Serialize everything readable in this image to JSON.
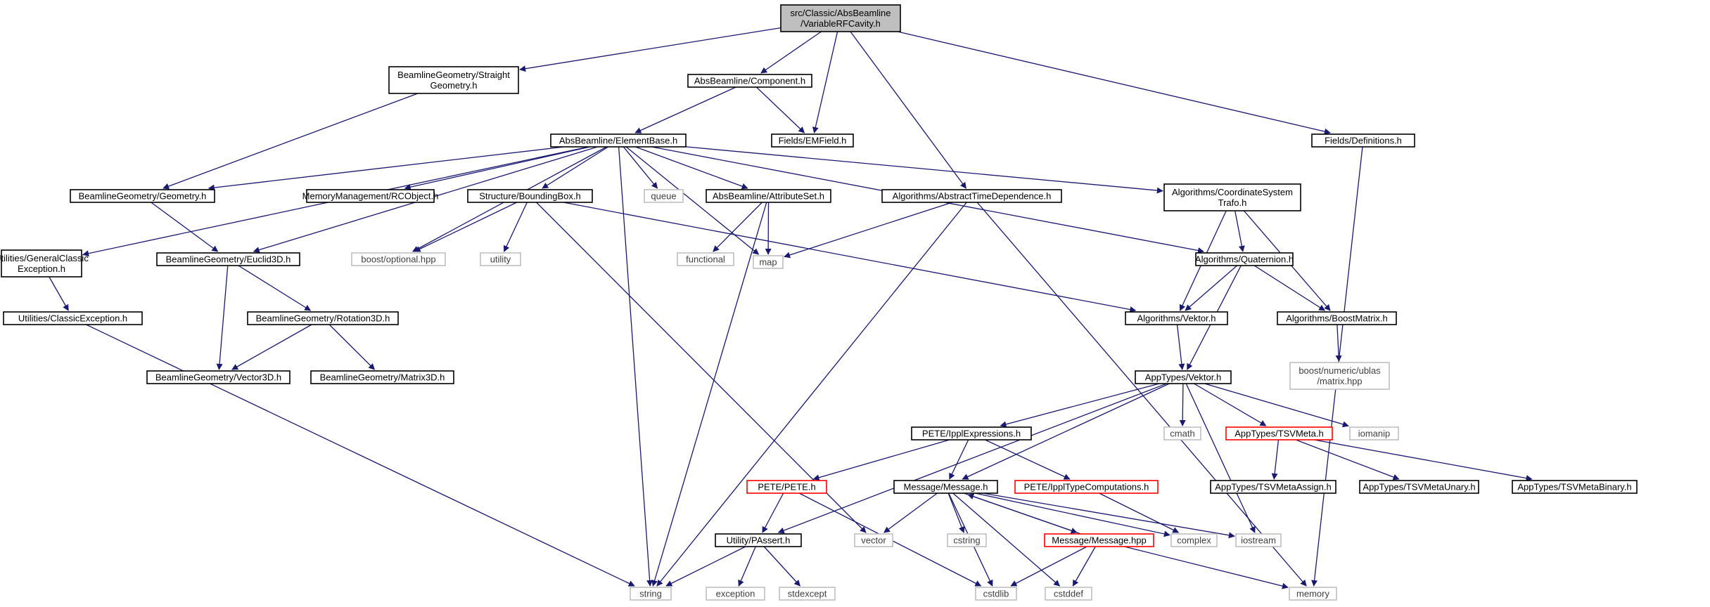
{
  "colors": {
    "edge": "#191970",
    "node_border": "#000000",
    "node_border_missing": "#bfbfbf",
    "node_border_incomplete": "#ff0000",
    "root_fill": "#bfbfbf",
    "node_fill": "#ffffff",
    "text_normal": "#000000",
    "text_missing": "#404040"
  },
  "nodes": [
    {
      "id": "root",
      "lines": [
        "src/Classic/AbsBeamline",
        "/VariableRFCavity.h"
      ],
      "kind": "root"
    },
    {
      "id": "straight",
      "lines": [
        "BeamlineGeometry/Straight",
        "Geometry.h"
      ],
      "kind": "normal"
    },
    {
      "id": "component",
      "lines": [
        "AbsBeamline/Component.h"
      ],
      "kind": "normal"
    },
    {
      "id": "emfield",
      "lines": [
        "Fields/EMField.h"
      ],
      "kind": "normal"
    },
    {
      "id": "definitions",
      "lines": [
        "Fields/Definitions.h"
      ],
      "kind": "normal"
    },
    {
      "id": "elementbase",
      "lines": [
        "AbsBeamline/ElementBase.h"
      ],
      "kind": "normal"
    },
    {
      "id": "geometry",
      "lines": [
        "BeamlineGeometry/Geometry.h"
      ],
      "kind": "normal"
    },
    {
      "id": "rcobject",
      "lines": [
        "MemoryManagement/RCObject.h"
      ],
      "kind": "normal"
    },
    {
      "id": "boundingbox",
      "lines": [
        "Structure/BoundingBox.h"
      ],
      "kind": "normal"
    },
    {
      "id": "queue",
      "lines": [
        "queue"
      ],
      "kind": "missing"
    },
    {
      "id": "attributeset",
      "lines": [
        "AbsBeamline/AttributeSet.h"
      ],
      "kind": "normal"
    },
    {
      "id": "abstime",
      "lines": [
        "Algorithms/AbstractTimeDependence.h"
      ],
      "kind": "normal"
    },
    {
      "id": "coordtrafo",
      "lines": [
        "Algorithms/CoordinateSystem",
        "Trafo.h"
      ],
      "kind": "normal"
    },
    {
      "id": "genclassic",
      "lines": [
        "Utilities/GeneralClassic",
        "Exception.h"
      ],
      "kind": "normal"
    },
    {
      "id": "euclid",
      "lines": [
        "BeamlineGeometry/Euclid3D.h"
      ],
      "kind": "normal"
    },
    {
      "id": "optional",
      "lines": [
        "boost/optional.hpp"
      ],
      "kind": "missing"
    },
    {
      "id": "utility",
      "lines": [
        "utility"
      ],
      "kind": "missing"
    },
    {
      "id": "functional",
      "lines": [
        "functional"
      ],
      "kind": "missing"
    },
    {
      "id": "map",
      "lines": [
        "map"
      ],
      "kind": "missing"
    },
    {
      "id": "quaternion",
      "lines": [
        "Algorithms/Quaternion.h"
      ],
      "kind": "normal"
    },
    {
      "id": "classicexc",
      "lines": [
        "Utilities/ClassicException.h"
      ],
      "kind": "normal"
    },
    {
      "id": "rotation",
      "lines": [
        "BeamlineGeometry/Rotation3D.h"
      ],
      "kind": "normal"
    },
    {
      "id": "algvektor",
      "lines": [
        "Algorithms/Vektor.h"
      ],
      "kind": "normal"
    },
    {
      "id": "boostmatrix",
      "lines": [
        "Algorithms/BoostMatrix.h"
      ],
      "kind": "normal"
    },
    {
      "id": "vector3d",
      "lines": [
        "BeamlineGeometry/Vector3D.h"
      ],
      "kind": "normal"
    },
    {
      "id": "matrix3d",
      "lines": [
        "BeamlineGeometry/Matrix3D.h"
      ],
      "kind": "normal"
    },
    {
      "id": "ublas",
      "lines": [
        "boost/numeric/ublas",
        "/matrix.hpp"
      ],
      "kind": "missing"
    },
    {
      "id": "appvektor",
      "lines": [
        "AppTypes/Vektor.h"
      ],
      "kind": "normal"
    },
    {
      "id": "ipplexpr",
      "lines": [
        "PETE/IpplExpressions.h"
      ],
      "kind": "normal"
    },
    {
      "id": "cmath",
      "lines": [
        "cmath"
      ],
      "kind": "missing"
    },
    {
      "id": "tsvmeta",
      "lines": [
        "AppTypes/TSVMeta.h"
      ],
      "kind": "incomplete"
    },
    {
      "id": "iomanip",
      "lines": [
        "iomanip"
      ],
      "kind": "missing"
    },
    {
      "id": "tsvassign",
      "lines": [
        "AppTypes/TSVMetaAssign.h"
      ],
      "kind": "normal"
    },
    {
      "id": "tsvunary",
      "lines": [
        "AppTypes/TSVMetaUnary.h"
      ],
      "kind": "normal"
    },
    {
      "id": "tsvbinary",
      "lines": [
        "AppTypes/TSVMetaBinary.h"
      ],
      "kind": "normal"
    },
    {
      "id": "pete",
      "lines": [
        "PETE/PETE.h"
      ],
      "kind": "incomplete"
    },
    {
      "id": "message",
      "lines": [
        "Message/Message.h"
      ],
      "kind": "normal"
    },
    {
      "id": "ippltype",
      "lines": [
        "PETE/IpplTypeComputations.h"
      ],
      "kind": "incomplete"
    },
    {
      "id": "passert",
      "lines": [
        "Utility/PAssert.h"
      ],
      "kind": "normal"
    },
    {
      "id": "vector",
      "lines": [
        "vector"
      ],
      "kind": "missing"
    },
    {
      "id": "cstring",
      "lines": [
        "cstring"
      ],
      "kind": "missing"
    },
    {
      "id": "messagehpp",
      "lines": [
        "Message/Message.hpp"
      ],
      "kind": "incomplete"
    },
    {
      "id": "complex",
      "lines": [
        "complex"
      ],
      "kind": "missing"
    },
    {
      "id": "iostream",
      "lines": [
        "iostream"
      ],
      "kind": "missing"
    },
    {
      "id": "string",
      "lines": [
        "string"
      ],
      "kind": "missing"
    },
    {
      "id": "exception",
      "lines": [
        "exception"
      ],
      "kind": "missing"
    },
    {
      "id": "stdexcept",
      "lines": [
        "stdexcept"
      ],
      "kind": "missing"
    },
    {
      "id": "cstdlib",
      "lines": [
        "cstdlib"
      ],
      "kind": "missing"
    },
    {
      "id": "cstddef",
      "lines": [
        "cstddef"
      ],
      "kind": "missing"
    },
    {
      "id": "memory",
      "lines": [
        "memory"
      ],
      "kind": "missing"
    }
  ],
  "edges": [
    [
      "root",
      "straight"
    ],
    [
      "root",
      "component"
    ],
    [
      "root",
      "emfield"
    ],
    [
      "root",
      "abstime"
    ],
    [
      "root",
      "definitions"
    ],
    [
      "straight",
      "geometry"
    ],
    [
      "component",
      "elementbase"
    ],
    [
      "component",
      "emfield"
    ],
    [
      "definitions",
      "memory"
    ],
    [
      "elementbase",
      "genclassic"
    ],
    [
      "elementbase",
      "geometry"
    ],
    [
      "elementbase",
      "euclid"
    ],
    [
      "elementbase",
      "optional"
    ],
    [
      "elementbase",
      "rcobject"
    ],
    [
      "elementbase",
      "boundingbox"
    ],
    [
      "elementbase",
      "queue"
    ],
    [
      "elementbase",
      "attributeset"
    ],
    [
      "elementbase",
      "map"
    ],
    [
      "elementbase",
      "coordtrafo"
    ],
    [
      "elementbase",
      "quaternion"
    ],
    [
      "elementbase",
      "string"
    ],
    [
      "geometry",
      "euclid"
    ],
    [
      "boundingbox",
      "optional"
    ],
    [
      "boundingbox",
      "utility"
    ],
    [
      "boundingbox",
      "vector"
    ],
    [
      "boundingbox",
      "algvektor"
    ],
    [
      "attributeset",
      "functional"
    ],
    [
      "attributeset",
      "map"
    ],
    [
      "attributeset",
      "string"
    ],
    [
      "abstime",
      "map"
    ],
    [
      "abstime",
      "string"
    ],
    [
      "abstime",
      "memory"
    ],
    [
      "coordtrafo",
      "quaternion"
    ],
    [
      "coordtrafo",
      "algvektor"
    ],
    [
      "coordtrafo",
      "boostmatrix"
    ],
    [
      "genclassic",
      "classicexc"
    ],
    [
      "classicexc",
      "string"
    ],
    [
      "euclid",
      "rotation"
    ],
    [
      "euclid",
      "vector3d"
    ],
    [
      "rotation",
      "vector3d"
    ],
    [
      "rotation",
      "matrix3d"
    ],
    [
      "quaternion",
      "algvektor"
    ],
    [
      "quaternion",
      "boostmatrix"
    ],
    [
      "quaternion",
      "appvektor"
    ],
    [
      "algvektor",
      "appvektor"
    ],
    [
      "boostmatrix",
      "ublas"
    ],
    [
      "appvektor",
      "passert"
    ],
    [
      "appvektor",
      "ipplexpr"
    ],
    [
      "appvektor",
      "message"
    ],
    [
      "appvektor",
      "cmath"
    ],
    [
      "appvektor",
      "tsvmeta"
    ],
    [
      "appvektor",
      "iomanip"
    ],
    [
      "appvektor",
      "iostream"
    ],
    [
      "tsvmeta",
      "tsvassign"
    ],
    [
      "tsvmeta",
      "tsvunary"
    ],
    [
      "tsvmeta",
      "tsvbinary"
    ],
    [
      "ipplexpr",
      "pete"
    ],
    [
      "ipplexpr",
      "message"
    ],
    [
      "ipplexpr",
      "ippltype"
    ],
    [
      "pete",
      "passert"
    ],
    [
      "pete",
      "cstdlib"
    ],
    [
      "ippltype",
      "complex"
    ],
    [
      "message",
      "vector"
    ],
    [
      "message",
      "cstring"
    ],
    [
      "message",
      "cstdlib"
    ],
    [
      "message",
      "cstddef"
    ],
    [
      "message",
      "messagehpp"
    ],
    [
      "message",
      "complex"
    ],
    [
      "message",
      "iostream"
    ],
    [
      "messagehpp",
      "message"
    ],
    [
      "messagehpp",
      "cstdlib"
    ],
    [
      "messagehpp",
      "cstddef"
    ],
    [
      "messagehpp",
      "memory"
    ],
    [
      "passert",
      "string"
    ],
    [
      "passert",
      "exception"
    ],
    [
      "passert",
      "stdexcept"
    ]
  ]
}
